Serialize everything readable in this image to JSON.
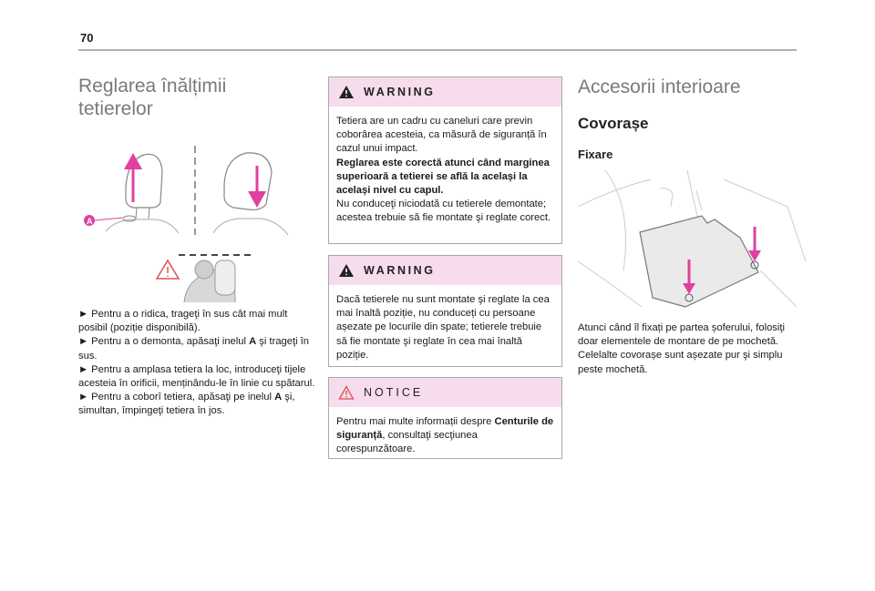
{
  "page": {
    "number": "70"
  },
  "left": {
    "title_line1": "Reglarea înălțimii",
    "title_line2": "tetierelor",
    "figure_label": "A",
    "paragraphs": [
      {
        "text": "► Pentru a o ridica, trageţi în sus cât mai mult posibil (poziție disponibilă)."
      },
      {
        "pre": "► Pentru a o demonta, apăsaţi inelul ",
        "bold": "A",
        "post": " şi trageţi în sus."
      },
      {
        "text": "► Pentru a amplasa tetiera la loc, introduceţi tijele acesteia în orificii, menținându-le în linie cu spătarul."
      },
      {
        "pre": "► Pentru a coborî tetiera, apăsaţi pe inelul ",
        "bold": "A",
        "post": " şi, simultan, împingeţi tetiera în jos."
      }
    ]
  },
  "middle": {
    "warning1": {
      "label": "WARNING",
      "text1": "Tetiera are un cadru cu caneluri care previn coborârea acesteia, ca măsură de siguranță în cazul unui impact.",
      "bold": "Reglarea este corectă atunci când marginea superioară a tetierei se află la același la același nivel cu capul.",
      "text2": "Nu conduceţi niciodată cu tetierele demontate; acestea trebuie să fie montate şi reglate corect."
    },
    "warning2": {
      "label": "WARNING",
      "text": "Dacă tetierele nu sunt montate şi reglate la cea mai înaltă poziție, nu conduceți cu persoane așezate pe locurile din spate; tetierele trebuie să fie montate şi reglate în cea mai înaltă poziție."
    },
    "notice": {
      "label": "NOTICE",
      "pre": "Pentru mai multe informații despre ",
      "bold": "Centurile de siguranță",
      "post": ", consultaţi secţiunea corespunzătoare."
    }
  },
  "right": {
    "title": "Accesorii interioare",
    "subtitle": "Covorașe",
    "subsubtitle": "Fixare",
    "text": "Atunci când îl fixați pe partea șoferului, folosiţi doar elementele de montare de pe mochetă. Celelalte covorașe sunt așezate pur şi simplu peste mochetă."
  },
  "colors": {
    "accent": "#e040a0",
    "box_header": "#f6dcec",
    "warning_icon": "#222222",
    "notice_icon": "#e05050"
  }
}
